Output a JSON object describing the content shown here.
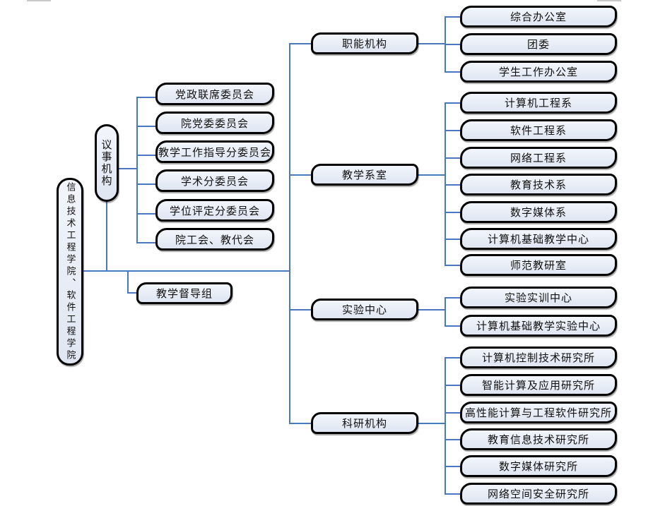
{
  "diagram": {
    "title": "信息技术工程学院、软件工程学院",
    "root": {
      "label": "信息技术工程学院、软件工程学院"
    },
    "deliberative": {
      "label": "议事机构",
      "children": [
        "党政联席委员会",
        "院党委委员会",
        "教学工作指导分委员会",
        "学术分委员会",
        "学位评定分委员会",
        "院工会、教代会"
      ]
    },
    "supervision": {
      "label": "教学督导组"
    },
    "branches": [
      {
        "label": "职能机构",
        "children": [
          "综合办公室",
          "团委",
          "学生工作办公室"
        ]
      },
      {
        "label": "教学系室",
        "children": [
          "计算机工程系",
          "软件工程系",
          "网络工程系",
          "教育技术系",
          "数字媒体系",
          "计算机基础教学中心",
          "师范教研室"
        ]
      },
      {
        "label": "实验中心",
        "children": [
          "实验实训中心",
          "计算机基础教学实验中心"
        ]
      },
      {
        "label": "科研机构",
        "children": [
          "计算机控制技术研究所",
          "智能计算及应用研究所",
          "高性能计算与工程软件研究所",
          "教育信息技术研究所",
          "数字媒体研究所",
          "网络空间安全研究所"
        ]
      }
    ],
    "colors": {
      "connector": "#4a77c0",
      "node_border": "#000000",
      "node_fill": "#e6ebf5"
    }
  }
}
